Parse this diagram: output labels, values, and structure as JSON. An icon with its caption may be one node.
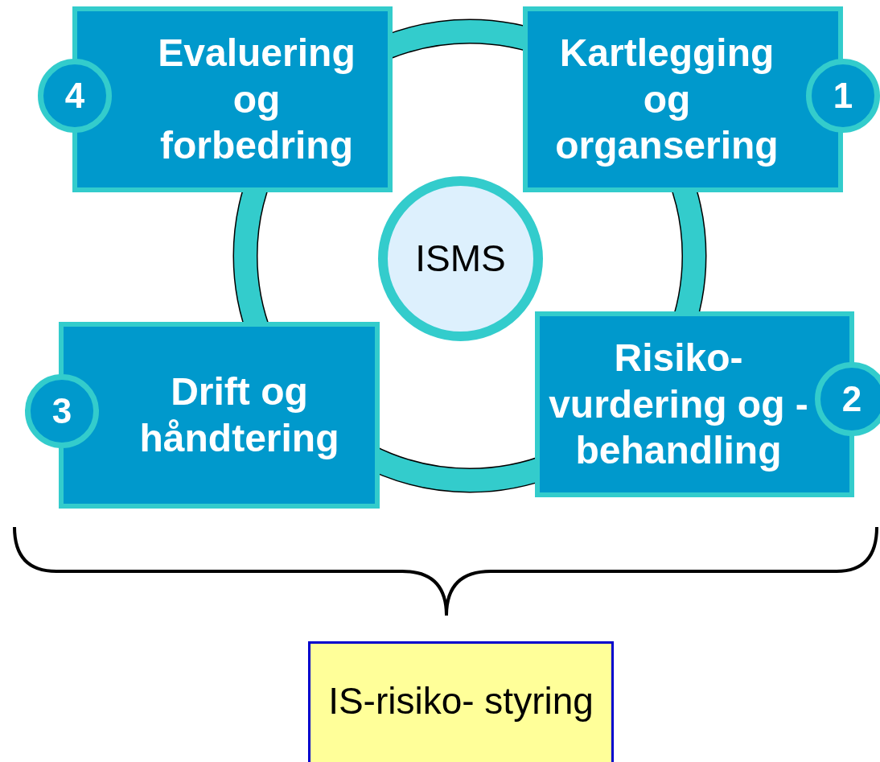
{
  "diagram": {
    "nodes": [
      {
        "text": [
          "4"
        ]
      },
      {
        "text": [
          "Evaluering og forbedring"
        ]
      },
      {
        "text": [
          "Kartlegging og organsering"
        ]
      },
      {
        "text": [
          "1"
        ]
      },
      {
        "text": [
          "ISMS"
        ]
      },
      {
        "text": [
          "3"
        ]
      },
      {
        "text": [
          "Drift og håndtering"
        ]
      },
      {
        "text": [
          "Risiko- vurdering og -behandling"
        ]
      },
      {
        "text": [
          "2"
        ]
      },
      {
        "text": [
          "IS-risiko- styring"
        ]
      }
    ]
  }
}
